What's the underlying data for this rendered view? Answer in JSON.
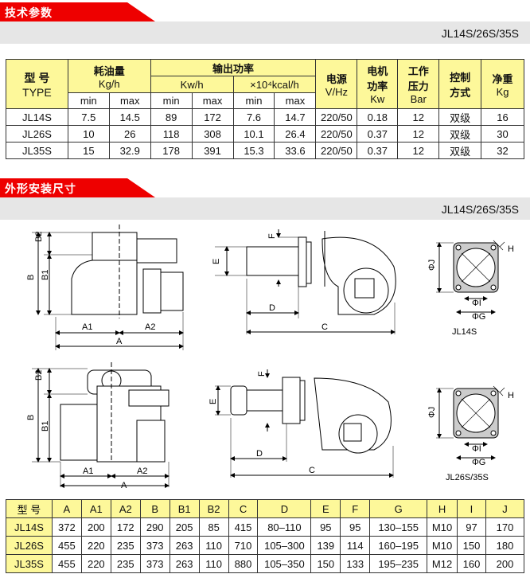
{
  "section1": {
    "title": "技术参数",
    "models": "JL14S/26S/35S"
  },
  "section2": {
    "title": "外形安装尺寸",
    "models": "JL14S/26S/35S"
  },
  "tech_table": {
    "type_label_cn": "型 号",
    "type_label_en": "TYPE",
    "fuel_label": "耗油量",
    "fuel_unit": "Kg/h",
    "output_label": "输出功率",
    "kw_label": "Kw/h",
    "kcal_label": "×10⁴kcal/h",
    "power_label": "电源",
    "power_unit": "V/Hz",
    "motor_label": "电机",
    "motor_label2": "功率",
    "motor_unit": "Kw",
    "pressure_label": "工作",
    "pressure_label2": "压力",
    "pressure_unit": "Bar",
    "control_label": "控制",
    "control_label2": "方式",
    "weight_label": "净重",
    "weight_unit": "Kg",
    "min": "min",
    "max": "max",
    "rows": [
      [
        "JL14S",
        "7.5",
        "14.5",
        "89",
        "172",
        "7.6",
        "14.7",
        "220/50",
        "0.18",
        "12",
        "双级",
        "16"
      ],
      [
        "JL26S",
        "10",
        "26",
        "118",
        "308",
        "10.1",
        "26.4",
        "220/50",
        "0.37",
        "12",
        "双级",
        "30"
      ],
      [
        "JL35S",
        "15",
        "32.9",
        "178",
        "391",
        "15.3",
        "33.6",
        "220/50",
        "0.37",
        "12",
        "双级",
        "32"
      ]
    ]
  },
  "diagram_labels": {
    "A": "A",
    "A1": "A1",
    "A2": "A2",
    "B": "B",
    "B1": "B1",
    "B2": "B2",
    "C": "C",
    "D": "D",
    "E": "E",
    "F": "F",
    "phiJ": "ΦJ",
    "phiI": "ΦI",
    "phiG": "ΦG",
    "H": "H",
    "caption1": "JL14S",
    "caption2": "JL26S/35S"
  },
  "dim_table": {
    "headers": [
      "型 号",
      "A",
      "A1",
      "A2",
      "B",
      "B1",
      "B2",
      "C",
      "D",
      "E",
      "F",
      "G",
      "H",
      "I",
      "J"
    ],
    "rows": [
      [
        "JL14S",
        "372",
        "200",
        "172",
        "290",
        "205",
        "85",
        "415",
        "80–110",
        "95",
        "95",
        "130–155",
        "M10",
        "97",
        "170"
      ],
      [
        "JL26S",
        "455",
        "220",
        "235",
        "373",
        "263",
        "110",
        "710",
        "105–300",
        "139",
        "114",
        "160–195",
        "M10",
        "150",
        "180"
      ],
      [
        "JL35S",
        "455",
        "220",
        "235",
        "373",
        "263",
        "110",
        "880",
        "105–350",
        "150",
        "133",
        "195–235",
        "M12",
        "160",
        "200"
      ]
    ]
  }
}
